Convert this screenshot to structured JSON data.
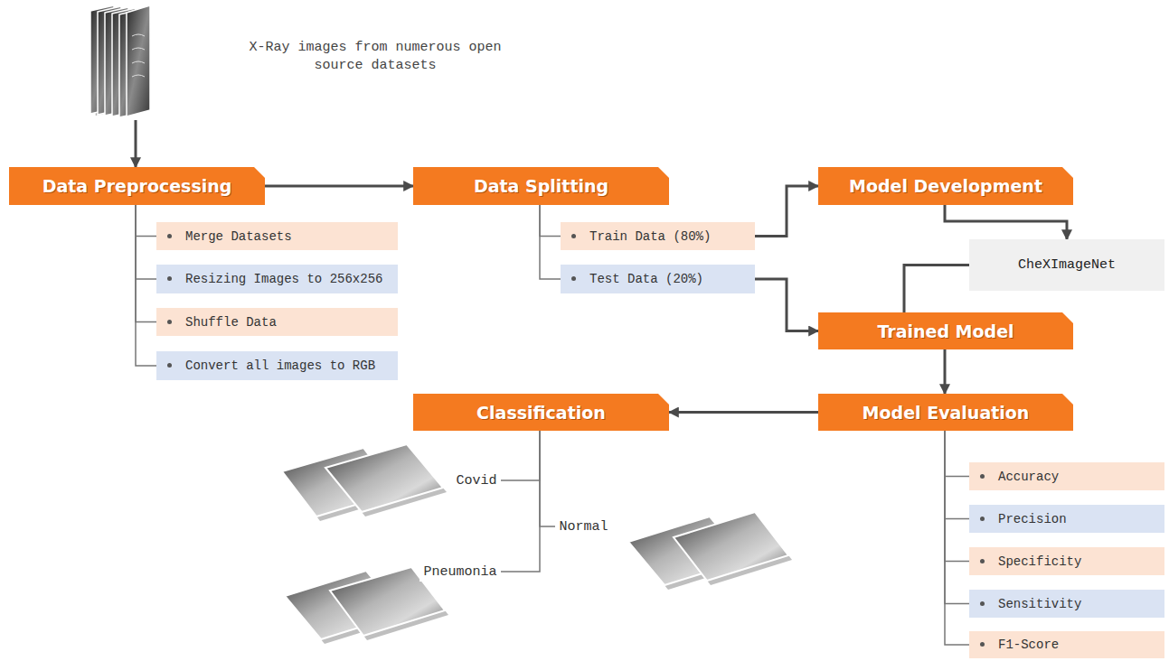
{
  "diagram": {
    "nodes": [
      {
        "text": [
          "X-Ray images from numerous open source datasets"
        ]
      },
      {
        "text": [
          "Data Preprocessing"
        ]
      },
      {
        "text": [
          "Merge Datasets"
        ]
      },
      {
        "text": [
          "Resizing Images to 256x256"
        ]
      },
      {
        "text": [
          "Shuffle Data"
        ]
      },
      {
        "text": [
          "Convert all images to RGB"
        ]
      },
      {
        "text": [
          "Data Splitting"
        ]
      },
      {
        "text": [
          "Train Data (80%)"
        ]
      },
      {
        "text": [
          "Test Data (20%)"
        ]
      },
      {
        "text": [
          "Model Development"
        ]
      },
      {
        "text": [
          "CheXImageNet"
        ]
      },
      {
        "text": [
          "Trained Model"
        ]
      },
      {
        "text": [
          "Model Evaluation"
        ]
      },
      {
        "text": [
          "Accuracy"
        ]
      },
      {
        "text": [
          "Precision"
        ]
      },
      {
        "text": [
          "Specificity"
        ]
      },
      {
        "text": [
          "Sensitivity"
        ]
      },
      {
        "text": [
          "F1-Score"
        ]
      },
      {
        "text": [
          "Classification"
        ]
      },
      {
        "text": [
          "Covid"
        ]
      },
      {
        "text": [
          "Normal"
        ]
      },
      {
        "text": [
          "Pneumonia"
        ]
      }
    ],
    "edges": [
      {
        "from": 0,
        "to": 1,
        "arrow": "to"
      },
      {
        "from": 1,
        "to": 6,
        "arrow": "to"
      },
      {
        "from": 1,
        "to": 2,
        "arrow": "none"
      },
      {
        "from": 1,
        "to": 3,
        "arrow": "none"
      },
      {
        "from": 1,
        "to": 4,
        "arrow": "none"
      },
      {
        "from": 1,
        "to": 5,
        "arrow": "none"
      },
      {
        "from": 6,
        "to": 7,
        "arrow": "none"
      },
      {
        "from": 6,
        "to": 8,
        "arrow": "none"
      },
      {
        "from": 7,
        "to": 9,
        "arrow": "to"
      },
      {
        "from": 8,
        "to": 11,
        "arrow": "to"
      },
      {
        "from": 9,
        "to": 10,
        "arrow": "to"
      },
      {
        "from": 10,
        "to": 11,
        "arrow": "none"
      },
      {
        "from": 11,
        "to": 12,
        "arrow": "to"
      },
      {
        "from": 12,
        "to": 13,
        "arrow": "none"
      },
      {
        "from": 12,
        "to": 14,
        "arrow": "none"
      },
      {
        "from": 12,
        "to": 15,
        "arrow": "none"
      },
      {
        "from": 12,
        "to": 16,
        "arrow": "none"
      },
      {
        "from": 12,
        "to": 17,
        "arrow": "none"
      },
      {
        "from": 12,
        "to": 18,
        "arrow": "to"
      },
      {
        "from": 18,
        "to": 19,
        "arrow": "none"
      },
      {
        "from": 18,
        "to": 20,
        "arrow": "none"
      },
      {
        "from": 18,
        "to": 21,
        "arrow": "none"
      }
    ]
  }
}
